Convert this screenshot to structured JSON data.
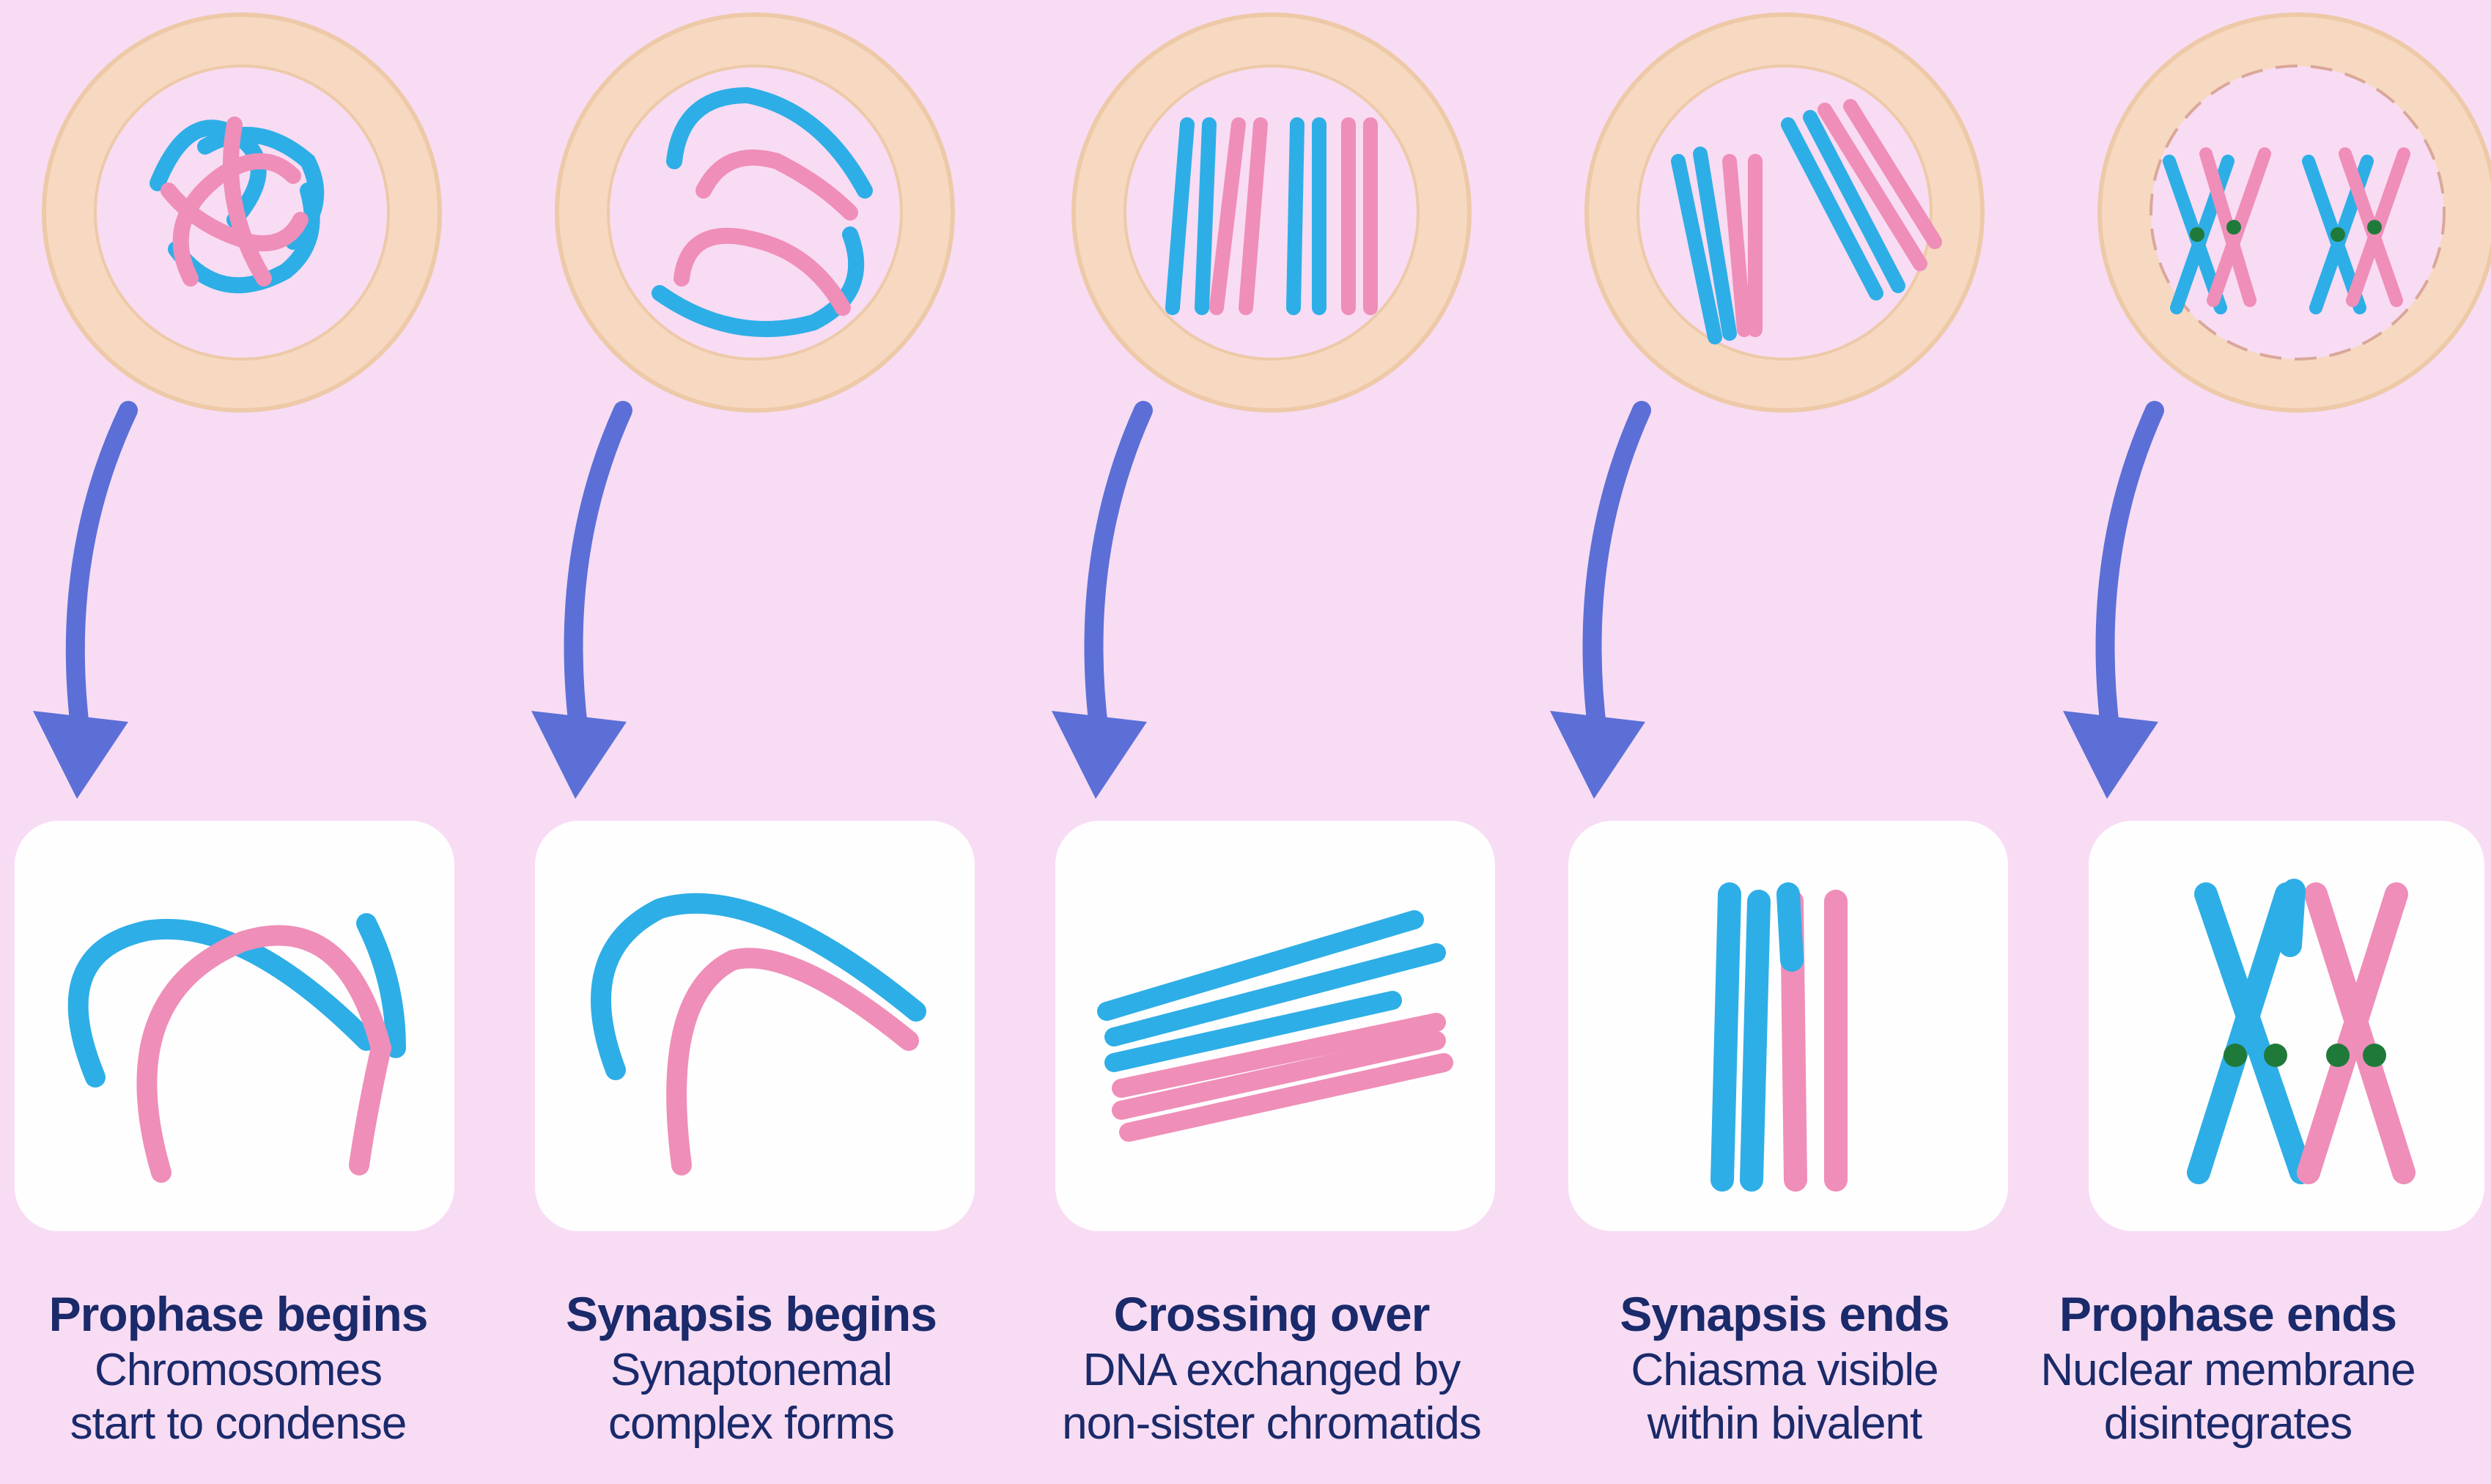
{
  "diagram": {
    "stages": [
      {
        "title": "Prophase begins",
        "line1": "Chromosomes",
        "line2": "start to condense"
      },
      {
        "title": "Synapsis begins",
        "line1": "Synaptonemal",
        "line2": "complex forms"
      },
      {
        "title": "Crossing over",
        "line1": "DNA exchanged by",
        "line2": "non-sister chromatids"
      },
      {
        "title": "Synapsis ends",
        "line1": "Chiasma visible",
        "line2": "within bivalent"
      },
      {
        "title": "Prophase ends",
        "line1": "Nuclear membrane",
        "line2": "disintegrates"
      }
    ],
    "colors": {
      "background": "#f8dcf4",
      "cell_ring": "#f6d9c0",
      "cell_inner": "#f8dcf4",
      "blue_chromosome": "#2eaee6",
      "pink_chromosome": "#ef8eb8",
      "arrow": "#5b6fd6",
      "panel": "#ffffff",
      "text": "#1a2a6a",
      "centromere": "#1f7a3a"
    }
  }
}
